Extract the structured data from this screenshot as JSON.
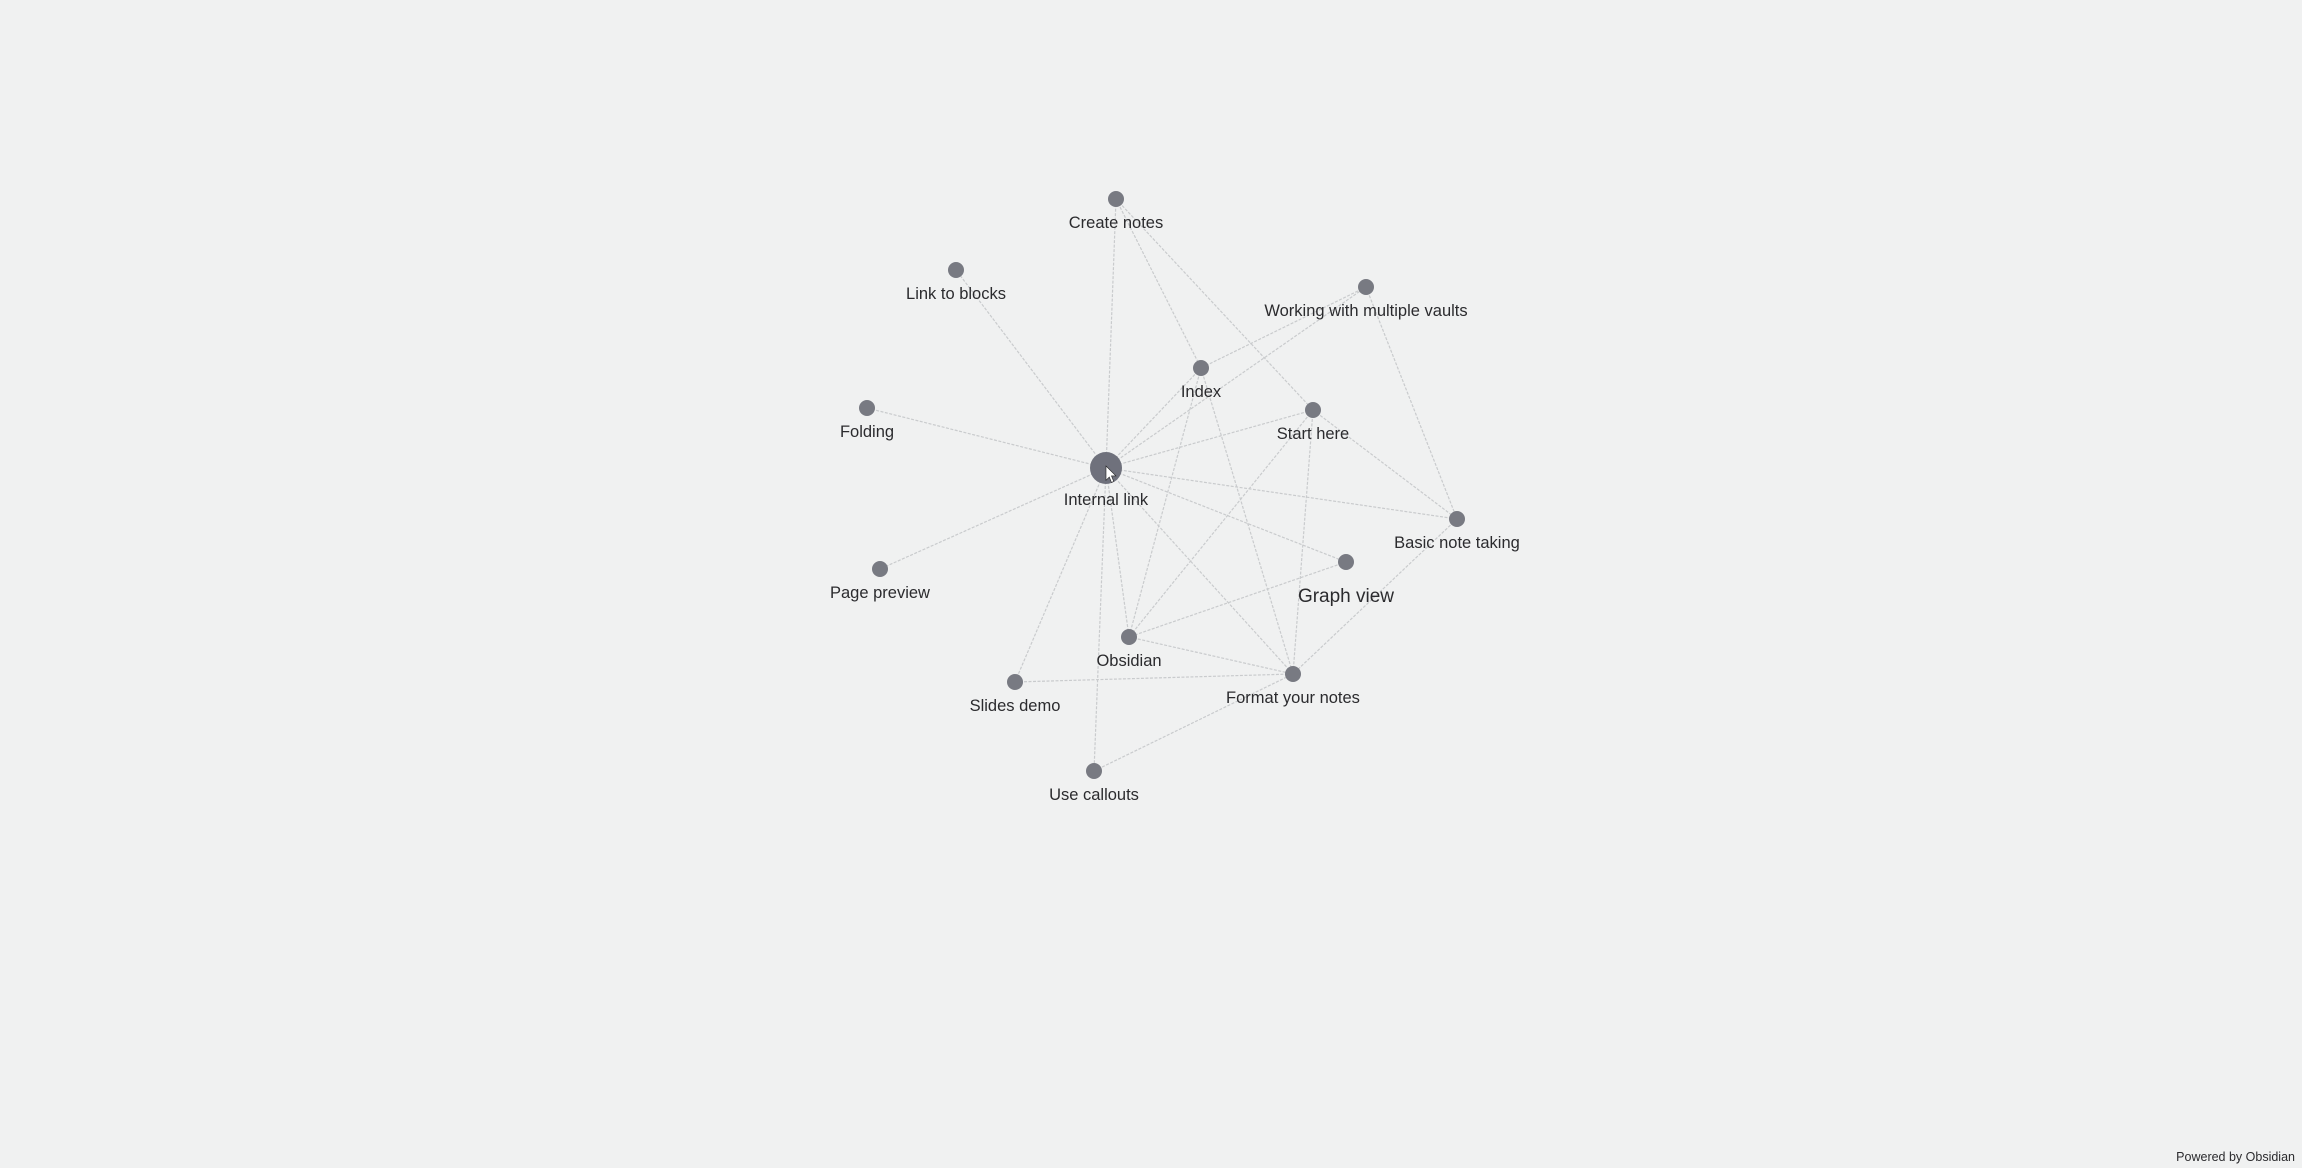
{
  "graph": {
    "nodes": [
      {
        "id": "create-notes",
        "label": "Create notes"
      },
      {
        "id": "link-to-blocks",
        "label": "Link to blocks"
      },
      {
        "id": "working-with-multiple-vaults",
        "label": "Working with multiple vaults"
      },
      {
        "id": "index",
        "label": "Index"
      },
      {
        "id": "start-here",
        "label": "Start here"
      },
      {
        "id": "folding",
        "label": "Folding"
      },
      {
        "id": "internal-link",
        "label": "Internal link",
        "active": true
      },
      {
        "id": "basic-note-taking",
        "label": "Basic note taking"
      },
      {
        "id": "graph-view",
        "label": "Graph view",
        "hovered": true
      },
      {
        "id": "page-preview",
        "label": "Page preview"
      },
      {
        "id": "obsidian",
        "label": "Obsidian"
      },
      {
        "id": "format-your-notes",
        "label": "Format your notes"
      },
      {
        "id": "slides-demo",
        "label": "Slides demo"
      },
      {
        "id": "use-callouts",
        "label": "Use callouts"
      }
    ],
    "edges": [
      [
        "internal-link",
        "create-notes"
      ],
      [
        "internal-link",
        "link-to-blocks"
      ],
      [
        "internal-link",
        "folding"
      ],
      [
        "internal-link",
        "page-preview"
      ],
      [
        "internal-link",
        "index"
      ],
      [
        "internal-link",
        "start-here"
      ],
      [
        "internal-link",
        "working-with-multiple-vaults"
      ],
      [
        "internal-link",
        "basic-note-taking"
      ],
      [
        "internal-link",
        "graph-view"
      ],
      [
        "internal-link",
        "obsidian"
      ],
      [
        "internal-link",
        "format-your-notes"
      ],
      [
        "internal-link",
        "slides-demo"
      ],
      [
        "internal-link",
        "use-callouts"
      ],
      [
        "create-notes",
        "index"
      ],
      [
        "create-notes",
        "start-here"
      ],
      [
        "working-with-multiple-vaults",
        "index"
      ],
      [
        "working-with-multiple-vaults",
        "basic-note-taking"
      ],
      [
        "index",
        "obsidian"
      ],
      [
        "index",
        "format-your-notes"
      ],
      [
        "start-here",
        "basic-note-taking"
      ],
      [
        "start-here",
        "obsidian"
      ],
      [
        "start-here",
        "format-your-notes"
      ],
      [
        "basic-note-taking",
        "format-your-notes"
      ],
      [
        "graph-view",
        "obsidian"
      ],
      [
        "obsidian",
        "format-your-notes"
      ],
      [
        "slides-demo",
        "format-your-notes"
      ],
      [
        "use-callouts",
        "format-your-notes"
      ]
    ]
  },
  "footer": {
    "powered_by": "Powered by Obsidian"
  }
}
